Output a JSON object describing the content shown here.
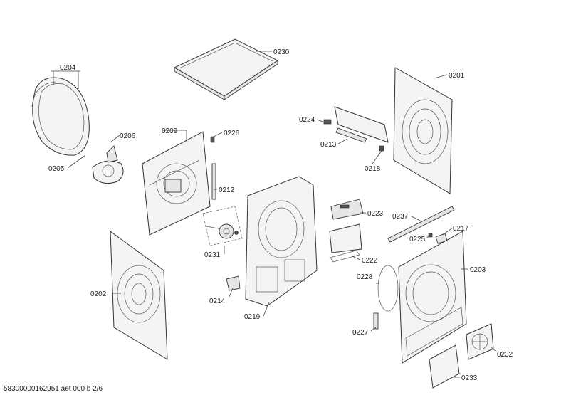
{
  "labels": {
    "l0230": "0230",
    "l0204": "0204",
    "l0206": "0206",
    "l0205": "0205",
    "l0209": "0209",
    "l0226": "0226",
    "l0212": "0212",
    "l0231": "0231",
    "l0202": "0202",
    "l0214": "0214",
    "l0219": "0219",
    "l0224": "0224",
    "l0213": "0213",
    "l0218": "0218",
    "l0201": "0201",
    "l0223": "0223",
    "l0222": "0222",
    "l0237": "0237",
    "l0225": "0225",
    "l0217": "0217",
    "l0203": "0203",
    "l0228": "0228",
    "l0227": "0227",
    "l0232": "0232",
    "l0233": "0233"
  },
  "footer": "58300000162951 aet 000 b 2/6"
}
